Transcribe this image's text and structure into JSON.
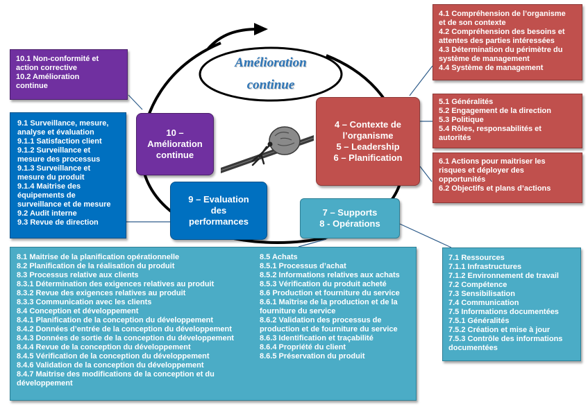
{
  "title": {
    "line1": "Amélioration",
    "line2": "continue"
  },
  "center_boxes": {
    "context": [
      "4 – Contexte de",
      "l’organisme",
      "5 – Leadership",
      "6 – Planification"
    ],
    "improvement": [
      "10 –",
      "Amélioration",
      "continue"
    ],
    "evaluation": [
      "9 – Evaluation",
      "des",
      "performances"
    ],
    "supports": [
      "7 – Supports",
      "8 - Opérations"
    ]
  },
  "side_boxes": {
    "clause4": [
      "4.1 Compréhension de l’organisme",
      "et de son contexte",
      "4.2 Compréhension des besoins et",
      "attentes des parties intéressées",
      "4.3 Détermination du périmètre du",
      "système de management",
      "4.4 Système de management"
    ],
    "clause5": [
      "5.1 Généralités",
      "5.2 Engagement de la direction",
      "5.3 Politique",
      "5.4 Rôles, responsabilités et",
      "autorités"
    ],
    "clause6": [
      "6.1 Actions pour maitriser les",
      "risques et déployer des",
      "opportunités",
      "6.2 Objectifs et plans d’actions"
    ],
    "clause10": [
      "10.1 Non-conformité et",
      "action corrective",
      "10.2 Amélioration",
      "continue"
    ],
    "clause9": [
      "9.1 Surveillance, mesure,",
      "analyse et évaluation",
      "9.1.1 Satisfaction client",
      "9.1.2  Surveillance et",
      "mesure des processus",
      "9.1.3 Surveillance et",
      "mesure du produit",
      "9.1.4  Maitrise des",
      "équipements de",
      "surveillance et de mesure",
      "9.2 Audit interne",
      "9.3 Revue de direction"
    ],
    "clause7": [
      "7.1 Ressources",
      "7.1.1 Infrastructures",
      "7.1.2 Environnement de travail",
      "7.2 Compétence",
      "7.3  Sensibilisation",
      "7.4 Communication",
      "7.5 Informations documentées",
      "7.5.1 Généralités",
      "7.5.2 Création et mise à jour",
      "7.5.3 Contrôle des informations",
      "documentées"
    ],
    "clause8_left": [
      "8.1 Maitrise de la planification opérationnelle",
      "8.2 Planification de la réalisation du produit",
      "8.3 Processus relative aux clients",
      "8.3.1 Détermination des exigences relatives au produit",
      "8.3.2  Revue des exigences relatives au produit",
      "8.3.3 Communication avec les clients",
      "8.4  Conception et développement",
      "8.4.1 Planification de la conception du développement",
      "8.4.2 Données d’entrée de la conception du développement",
      "8.4.3 Données de sortie de la conception du développement",
      "8.4.4 Revue de la conception du développement",
      "8.4.5 Vérification de la conception du développement",
      "8.4.6 Validation de la conception du développement",
      "8.4.7 Maitrise des modifications de la conception et du",
      "développement"
    ],
    "clause8_right": [
      "8.5 Achats",
      "8.5.1 Processus d’achat",
      "8.5.2 Informations relatives aux achats",
      "8.5.3 Vérification du produit acheté",
      "8.6 Production et fourniture du service",
      "8.6.1 Maîtrise de la production et de la",
      "fourniture du service",
      "8.6.2 Validation des processus de",
      "production et de fourniture du service",
      "8.6.3 Identification et traçabilité",
      "8.6.4 Propriété du client",
      "8.6.5 Préservation du produit"
    ]
  },
  "colors": {
    "red": "#c0504d",
    "purple": "#7030a0",
    "blue": "#0070c0",
    "teal": "#4bacc6",
    "title": "#2e75b6"
  },
  "icons": [
    "pdca-cycle-arrow",
    "boulder-push-icon"
  ]
}
